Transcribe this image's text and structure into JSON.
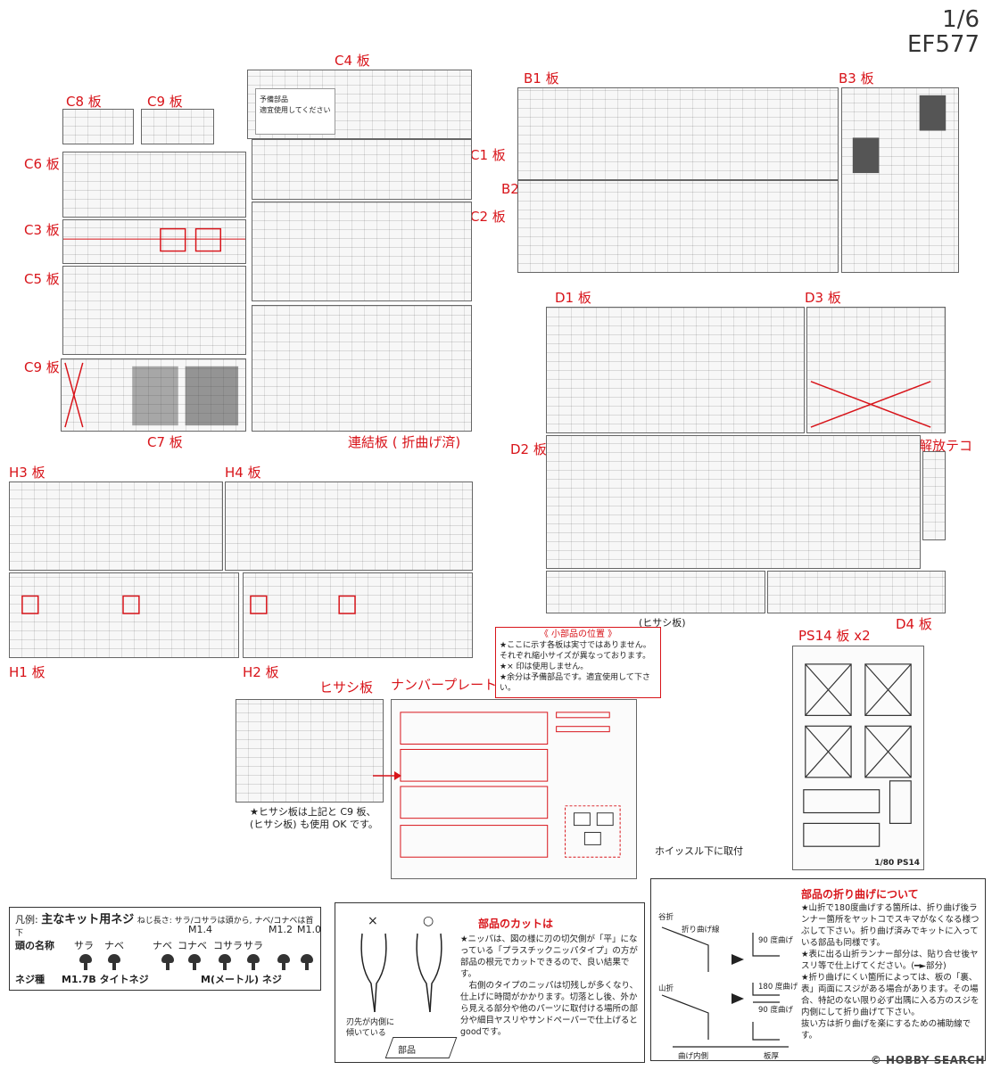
{
  "header": {
    "scale": "1/6",
    "model": "EF577"
  },
  "sheet_labels": {
    "c4": "C4 板",
    "c8": "C8 板",
    "c9_top": "C9 板",
    "c6": "C6 板",
    "c1": "C1 板",
    "c3": "C3 板",
    "c2": "C2 板",
    "c5": "C5 板",
    "c9_side": "C9 板",
    "c7": "C7 板",
    "link": "連結板 ( 折曲げ済)",
    "b1": "B1 板",
    "b3": "B3 板",
    "b2": "B2 板",
    "d1": "D1 板",
    "d3": "D3 板",
    "d2": "D2 板",
    "release": "解放テコ",
    "h3": "H3 板",
    "h4": "H4 板",
    "h1": "H1 板",
    "h2": "H2 板",
    "d4": "D4 板",
    "ps14": "PS14 板 x2",
    "hisashi": "ヒサシ板",
    "number_plate": "ナンバープレート"
  },
  "c4_spare_note": "予備部品\n適宜使用してください",
  "hisashi_paren": "(ヒサシ板)",
  "small_parts_box": {
    "title": "《 小部品の位置 》",
    "lines": [
      "★ここに示す各板は実寸ではありません。",
      "それぞれ縮小サイズが異なっております。",
      "★× 印は使用しません。",
      "★余分は予備部品です。適宜使用して下さい。"
    ]
  },
  "hisashi_note": "★ヒサシ板は上記と C9 板、\n(ヒサシ板) も使用 OK です。",
  "whistle_note": "ホイッスル下に取付",
  "ps14_mark": "1/80 PS14",
  "screw_legend": {
    "legend_label": "凡例:",
    "title": "主なキット用ネジ",
    "length_note": "ねじ長さ: サラ/コサラは頭から, ナベ/コナベは首下",
    "head_name_label": "頭の名称",
    "screw_type_label": "ネジ種",
    "sizes": {
      "m14": "M1.4",
      "m12": "M1.2",
      "m10": "M1.0"
    },
    "heads": [
      "サラ",
      "ナベ",
      "ナベ",
      "コナベ",
      "コサラ",
      "サラ"
    ],
    "types": {
      "tight": "M1.7B タイトネジ",
      "metric": "M(メートル) ネジ"
    }
  },
  "cut_panel": {
    "title": "部品のカットは",
    "body": "★ニッパは、図の様に刃の切欠側が「平」になっている「プラスチックニッパタイプ」の方が部品の根元でカットできるので、良い結果です。\n　右側のタイプのニッパは切残しが多くなり、仕上げに時間がかかります。切落とし後、外から見える部分や他のパーツに取付ける場所の部分や細目ヤスリやサンドペーパーで仕上げるとgoodです。",
    "caption": "刃先が内側に\n傾いている",
    "part_label": "部品"
  },
  "bend_panel": {
    "title": "部品の折り曲げについて",
    "body": "★山折で180度曲げする箇所は、折り曲げ後ランナー箇所をヤットコでスキマがなくなる様つぶして下さい。折り曲げ済みでキットに入っている部品も同様です。\n★表に出る山折ランナー部分は、貼り合せ後ヤスリ等で仕上げてください。(━►部分)\n★折り曲げにくい箇所によっては、板の「裏、表」両面にスジがある場合があります。その場合、特記のない限り必ず出隅に入る方のスジを内側にして折り曲げて下さい。\n抜い方は折り曲げを楽にするための補助線です。",
    "labels": {
      "valley": "谷折",
      "mountain": "山折",
      "bend_line": "折り曲げ線",
      "deg90": "90 度曲げ",
      "deg180": "180 度曲げ",
      "deg90b": "90 度曲げ",
      "inside": "曲げ内側",
      "plate": "板厚"
    }
  },
  "watermark": "© HOBBY SEARCH"
}
